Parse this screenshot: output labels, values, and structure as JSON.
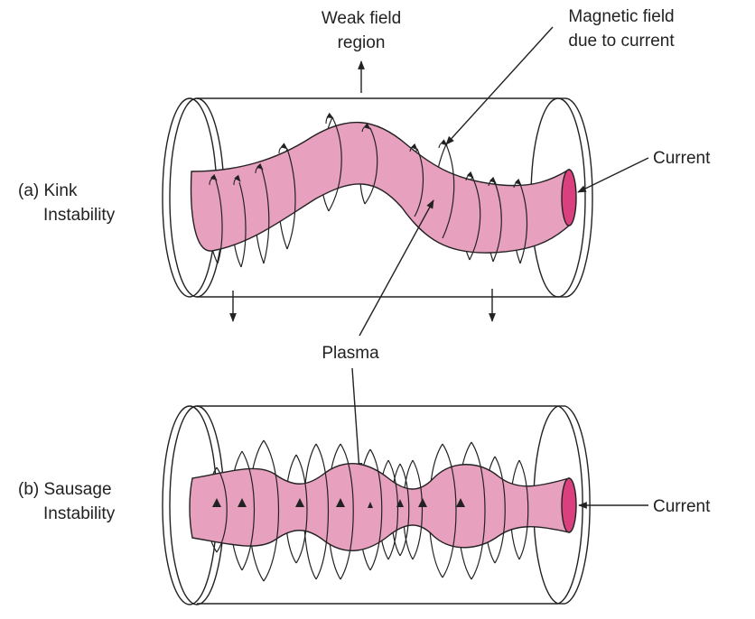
{
  "labels": {
    "weak_field": [
      "Weak field",
      "region"
    ],
    "magnetic_field": [
      "Magnetic field",
      "due to current"
    ],
    "current_top": "Current",
    "kink": [
      "(a) Kink",
      "Instability"
    ],
    "plasma": "Plasma",
    "sausage": [
      "(b) Sausage",
      "Instability"
    ],
    "current_bottom": "Current"
  },
  "colors": {
    "plasma_fill": "#e8a0bf",
    "plasma_end": "#d9407d",
    "outline": "#222222"
  }
}
